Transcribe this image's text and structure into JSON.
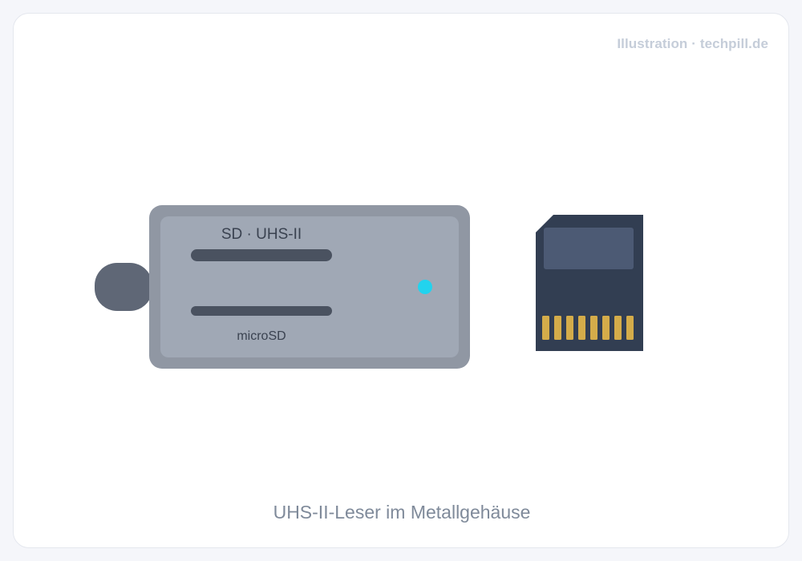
{
  "header": {
    "credit": "Illustration · techpill.de"
  },
  "reader": {
    "slot_top_label": "SD · UHS-II",
    "slot_bottom_label": "microSD",
    "led_color": "#22d3ee"
  },
  "colors": {
    "reader_body": "#9097a3",
    "reader_face": "#a0a8b5",
    "connector": "#5f6776",
    "slot": "#4a5260",
    "card_body": "#323e52",
    "card_label": "#4c5a74",
    "card_pins": "#d4ac4a"
  },
  "icons": {
    "reader": "card-reader-icon",
    "sd_card": "sd-card-icon"
  },
  "caption": "UHS-II-Leser im Metallgehäuse"
}
